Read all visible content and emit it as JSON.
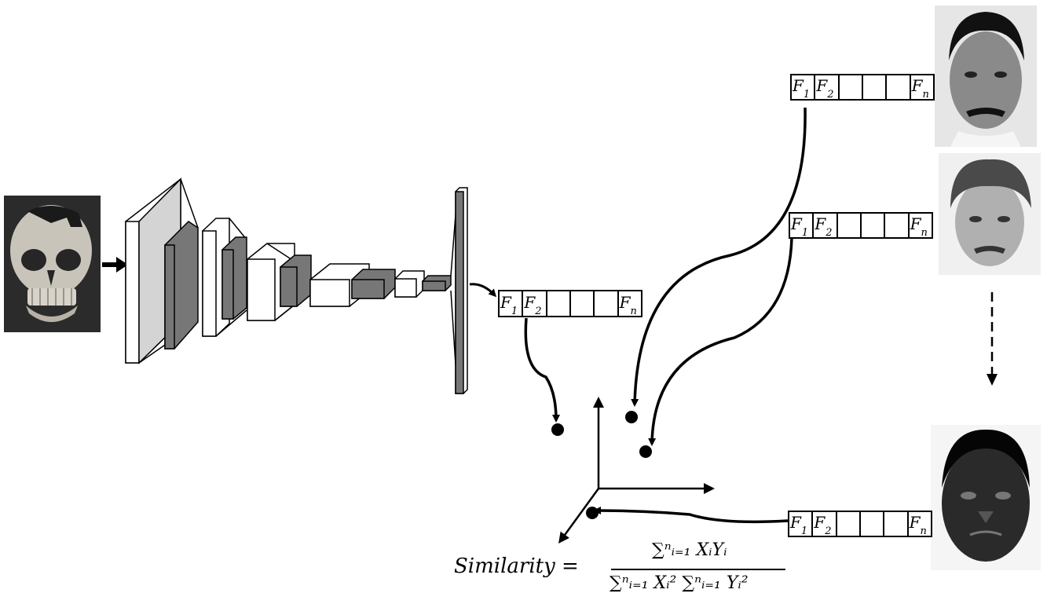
{
  "title": "",
  "feature_vectors": [
    {
      "id": "query",
      "cells": [
        "F1",
        "F2",
        "",
        "",
        "",
        "Fn"
      ]
    },
    {
      "id": "db1",
      "cells": [
        "F1",
        "F2",
        "",
        "",
        "",
        "Fn"
      ]
    },
    {
      "id": "db2",
      "cells": [
        "F1",
        "F2",
        "",
        "",
        "",
        "Fn"
      ]
    },
    {
      "id": "db3",
      "cells": [
        "F1",
        "F2",
        "",
        "",
        "",
        "Fn"
      ]
    }
  ],
  "formula": {
    "lhs": "Similarity =",
    "numerator": "∑ⁿᵢ₌₁ XᵢYᵢ",
    "denominator": "∑ⁿᵢ₌₁ Xᵢ² ∑ⁿᵢ₌₁ Yᵢ²"
  },
  "colors": {
    "stroke": "#000000",
    "layer_dark": "#777777",
    "layer_light": "#d4d4d4"
  }
}
